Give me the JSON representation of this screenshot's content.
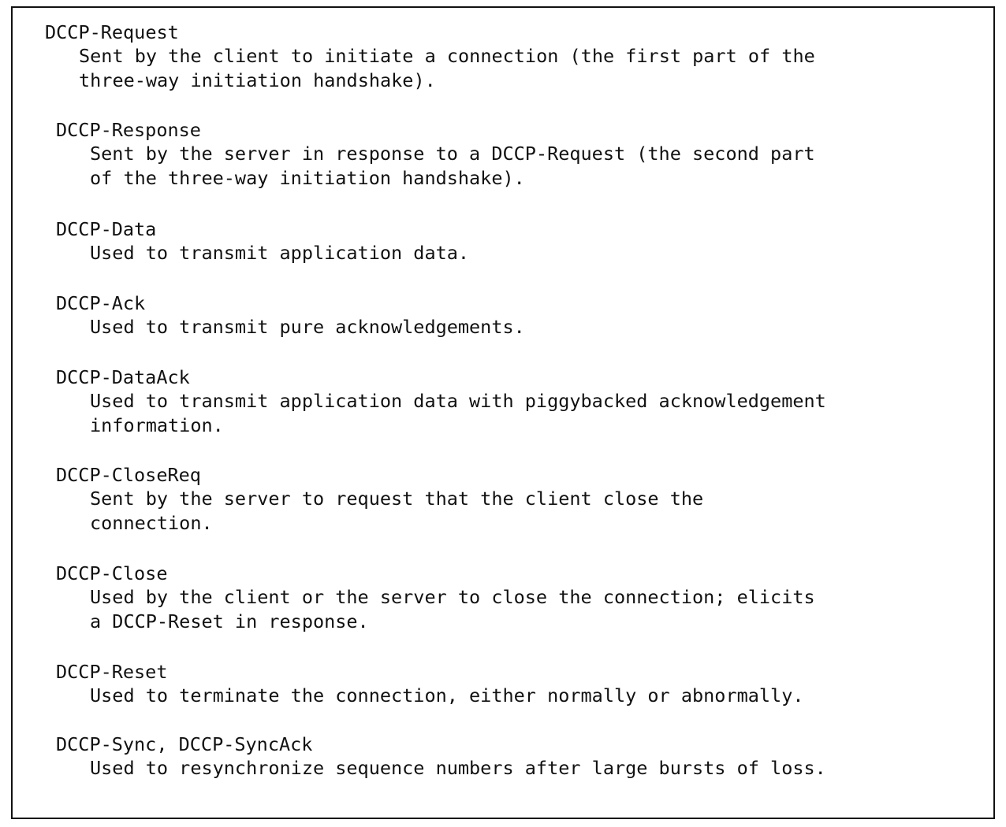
{
  "entries": [
    {
      "term": "DCCP-Request",
      "lines": [
        "Sent by the client to initiate a connection (the first part of the",
        "three-way initiation handshake)."
      ]
    },
    {
      "term": "DCCP-Response",
      "lines": [
        "Sent by the server in response to a DCCP-Request (the second part",
        "of the three-way initiation handshake)."
      ]
    },
    {
      "term": "DCCP-Data",
      "lines": [
        "Used to transmit application data."
      ]
    },
    {
      "term": "DCCP-Ack",
      "lines": [
        "Used to transmit pure acknowledgements."
      ]
    },
    {
      "term": "DCCP-DataAck",
      "lines": [
        "Used to transmit application data with piggybacked acknowledgement",
        "information."
      ]
    },
    {
      "term": "DCCP-CloseReq",
      "lines": [
        "Sent by the server to request that the client close the",
        "connection."
      ]
    },
    {
      "term": "DCCP-Close",
      "lines": [
        "Used by the client or the server to close the connection; elicits",
        "a DCCP-Reset in response."
      ]
    },
    {
      "term": "DCCP-Reset",
      "lines": [
        "Used to terminate the connection, either normally or abnormally."
      ]
    },
    {
      "term": "DCCP-Sync, DCCP-SyncAck",
      "lines": [
        "Used to resynchronize sequence numbers after large bursts of loss."
      ]
    }
  ]
}
